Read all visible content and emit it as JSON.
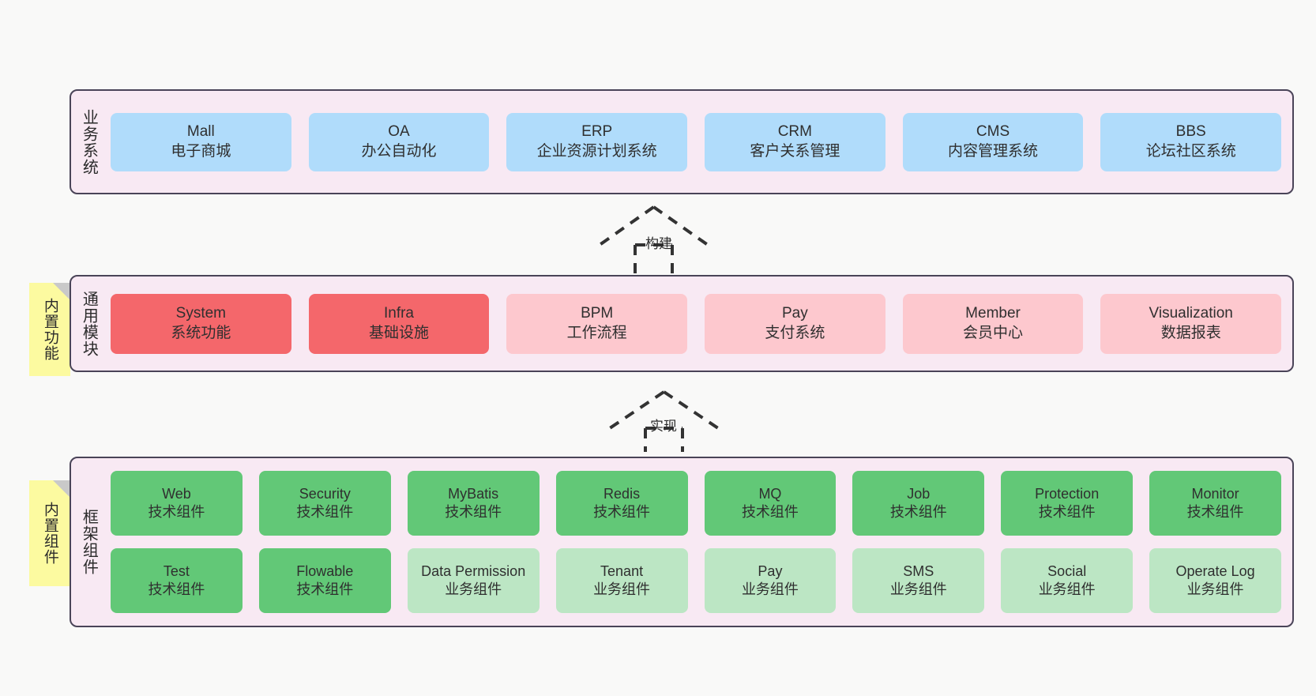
{
  "diagram": {
    "background_color": "#f9f9f8",
    "layer_background": "#f8e9f3",
    "layer_border": "#4a4458",
    "note_color": "#fcfaa0"
  },
  "layers": {
    "business": {
      "title": "业务系统",
      "card_color": "#b0dcfb",
      "cards": [
        {
          "name": "Mall",
          "desc": "电子商城"
        },
        {
          "name": "OA",
          "desc": "办公自动化"
        },
        {
          "name": "ERP",
          "desc": "企业资源计划系统"
        },
        {
          "name": "CRM",
          "desc": "客户关系管理"
        },
        {
          "name": "CMS",
          "desc": "内容管理系统"
        },
        {
          "name": "BBS",
          "desc": "论坛社区系统"
        }
      ]
    },
    "modules": {
      "title": "通用模块",
      "card_color_primary": "#f4676b",
      "card_color_secondary": "#fdc8ce",
      "cards": [
        {
          "name": "System",
          "desc": "系统功能",
          "tone": "red"
        },
        {
          "name": "Infra",
          "desc": "基础设施",
          "tone": "red"
        },
        {
          "name": "BPM",
          "desc": "工作流程",
          "tone": "pink"
        },
        {
          "name": "Pay",
          "desc": "支付系统",
          "tone": "pink"
        },
        {
          "name": "Member",
          "desc": "会员中心",
          "tone": "pink"
        },
        {
          "name": "Visualization",
          "desc": "数据报表",
          "tone": "pink"
        }
      ]
    },
    "framework": {
      "title": "框架组件",
      "card_color_tech": "#62c877",
      "card_color_biz": "#bce6c4",
      "row1": [
        {
          "name": "Web",
          "desc": "技术组件",
          "tone": "green"
        },
        {
          "name": "Security",
          "desc": "技术组件",
          "tone": "green"
        },
        {
          "name": "MyBatis",
          "desc": "技术组件",
          "tone": "green"
        },
        {
          "name": "Redis",
          "desc": "技术组件",
          "tone": "green"
        },
        {
          "name": "MQ",
          "desc": "技术组件",
          "tone": "green"
        },
        {
          "name": "Job",
          "desc": "技术组件",
          "tone": "green"
        },
        {
          "name": "Protection",
          "desc": "技术组件",
          "tone": "green"
        },
        {
          "name": "Monitor",
          "desc": "技术组件",
          "tone": "green"
        }
      ],
      "row2": [
        {
          "name": "Test",
          "desc": "技术组件",
          "tone": "green"
        },
        {
          "name": "Flowable",
          "desc": "技术组件",
          "tone": "green"
        },
        {
          "name": "Data Permission",
          "desc": "业务组件",
          "tone": "lightgreen",
          "wrap": true
        },
        {
          "name": "Tenant",
          "desc": "业务组件",
          "tone": "lightgreen"
        },
        {
          "name": "Pay",
          "desc": "业务组件",
          "tone": "lightgreen"
        },
        {
          "name": "SMS",
          "desc": "业务组件",
          "tone": "lightgreen"
        },
        {
          "name": "Social",
          "desc": "业务组件",
          "tone": "lightgreen"
        },
        {
          "name": "Operate Log",
          "desc": "业务组件",
          "tone": "lightgreen"
        }
      ]
    }
  },
  "notes": [
    {
      "text": "内置功能"
    },
    {
      "text": "内置组件"
    }
  ],
  "arrows": [
    {
      "label": "构建"
    },
    {
      "label": "实现"
    }
  ]
}
